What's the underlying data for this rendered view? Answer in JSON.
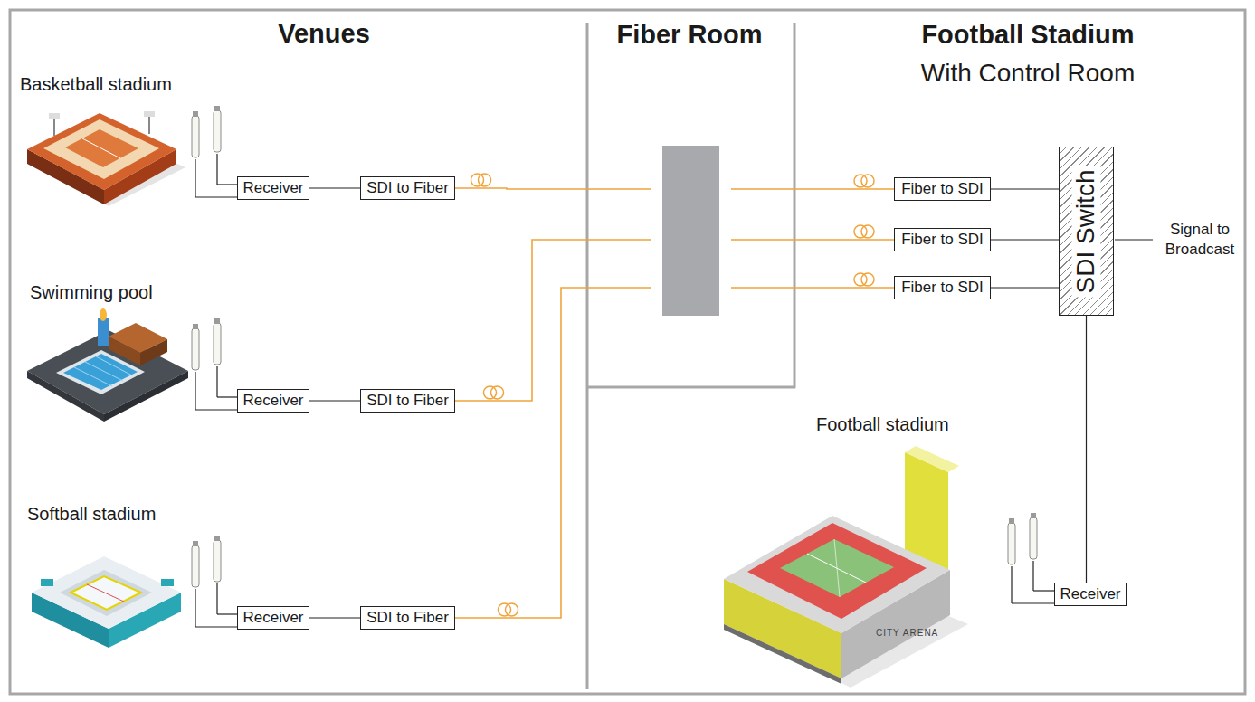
{
  "diagram": {
    "nodes": [
      {
        "text": [
          "Venues"
        ]
      },
      {
        "text": [
          "Receiver"
        ],
        "in": 0
      },
      {
        "text": [
          "SDI to Fiber"
        ],
        "in": 0
      },
      {
        "text": [
          "Receiver"
        ],
        "in": 0
      },
      {
        "text": [
          "SDI to Fiber"
        ],
        "in": 0
      },
      {
        "text": [
          "Receiver"
        ],
        "in": 0
      },
      {
        "text": [
          "SDI to Fiber"
        ],
        "in": 0
      },
      {
        "text": [
          "Fiber Room"
        ]
      },
      {
        "text": [
          "Football Stadium",
          "With Control Room"
        ]
      },
      {
        "text": [
          "Fiber to SDI"
        ],
        "in": 8
      },
      {
        "text": [
          "Fiber to SDI"
        ],
        "in": 8
      },
      {
        "text": [
          "Fiber to SDI"
        ],
        "in": 8
      },
      {
        "text": [
          "SDI Switch"
        ],
        "in": 8
      },
      {
        "text": [
          "Receiver"
        ],
        "in": 8
      }
    ],
    "edges": [
      {
        "from": 1,
        "to": 2,
        "arrow": "none"
      },
      {
        "from": 3,
        "to": 4,
        "arrow": "none"
      },
      {
        "from": 5,
        "to": 6,
        "arrow": "none"
      },
      {
        "from": 2,
        "to": 9,
        "arrow": "none"
      },
      {
        "from": 4,
        "to": 10,
        "arrow": "none"
      },
      {
        "from": 6,
        "to": 11,
        "arrow": "none"
      },
      {
        "from": 9,
        "to": 12,
        "arrow": "none"
      },
      {
        "from": 10,
        "to": 12,
        "arrow": "none"
      },
      {
        "from": 11,
        "to": 12,
        "arrow": "none"
      },
      {
        "from": 13,
        "to": 12,
        "arrow": "none"
      }
    ],
    "labels": [
      "Basketball stadium",
      "Swimming pool",
      "Softball stadium",
      "Football stadium",
      "Signal to Broadcast",
      "CITY ARENA"
    ]
  }
}
